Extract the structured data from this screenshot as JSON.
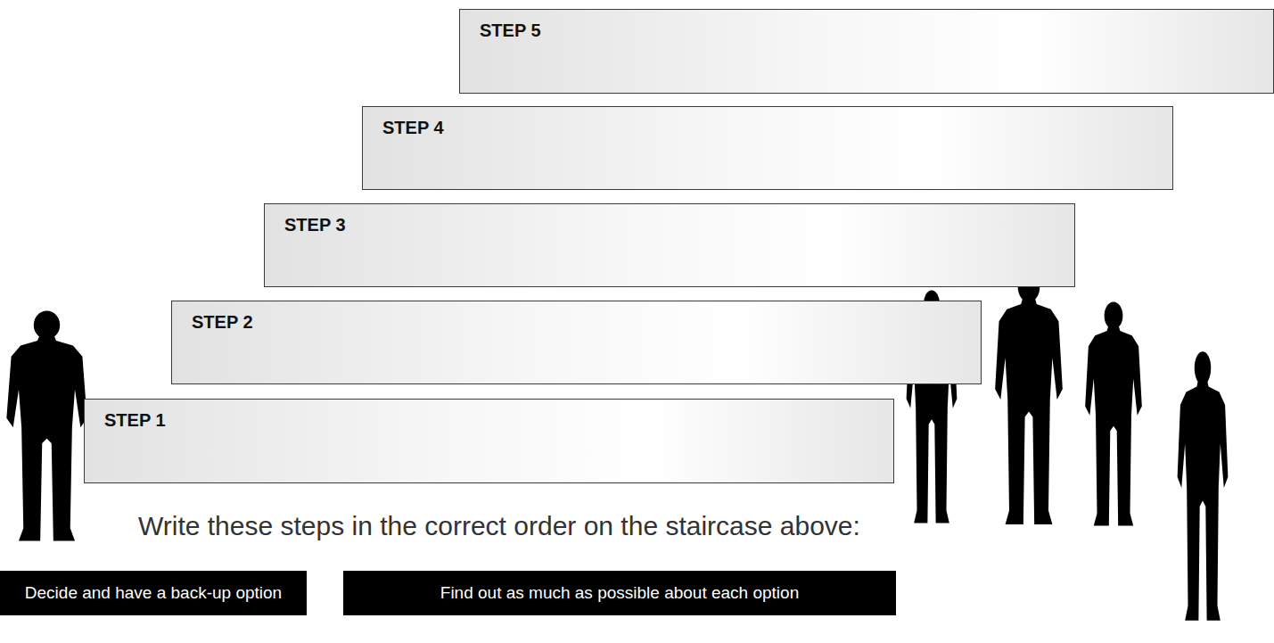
{
  "diagram": {
    "nodes": [
      {
        "text": [
          "STEP 5"
        ]
      },
      {
        "text": [
          "STEP 4"
        ]
      },
      {
        "text": [
          "STEP 3"
        ]
      },
      {
        "text": [
          "STEP 2"
        ]
      },
      {
        "text": [
          "STEP 1"
        ]
      },
      {
        "text": [
          "Decide and have a back-up option"
        ]
      },
      {
        "text": [
          "Find out as much as possible about each option"
        ]
      }
    ],
    "labels": [
      "Write these steps in the correct order on the staircase above:"
    ]
  }
}
